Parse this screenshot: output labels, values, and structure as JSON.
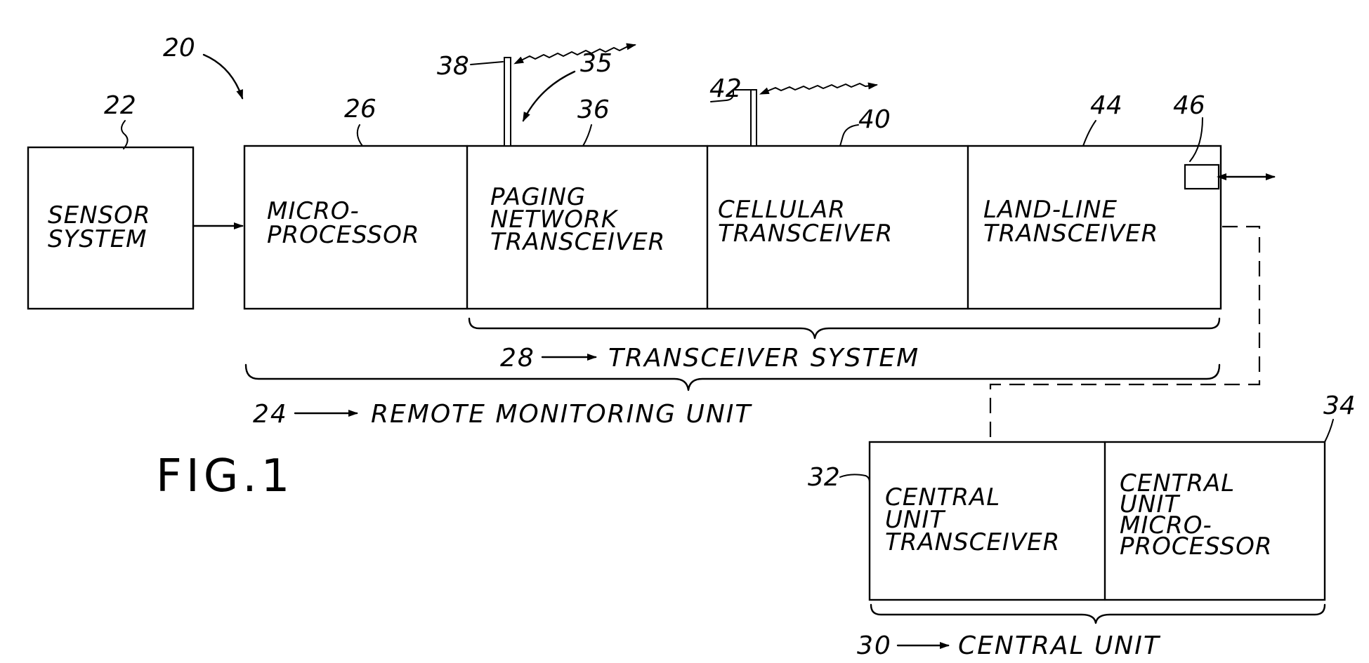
{
  "figure_label": "FIG.1",
  "system_ref": "20",
  "blocks": {
    "sensor": {
      "ref": "22",
      "lines": [
        "SENSOR",
        "SYSTEM"
      ]
    },
    "microprocessor": {
      "ref": "26",
      "lines": [
        "MICRO-",
        "PROCESSOR"
      ]
    },
    "paging": {
      "ref": "36",
      "lines": [
        "PAGING",
        "NETWORK",
        "TRANSCEIVER"
      ]
    },
    "cellular": {
      "ref": "40",
      "lines": [
        "CELLULAR",
        "TRANSCEIVER"
      ]
    },
    "landline": {
      "ref": "44",
      "lines": [
        "LAND-LINE",
        "TRANSCEIVER"
      ]
    },
    "central_transceiver": {
      "ref": "32",
      "lines": [
        "CENTRAL",
        "UNIT",
        "TRANSCEIVER"
      ]
    },
    "central_microprocessor": {
      "ref": "34",
      "lines": [
        "CENTRAL",
        "UNIT",
        "MICRO-",
        "PROCESSOR"
      ]
    }
  },
  "antennas": {
    "paging_ref": "38",
    "paging_signal_ref": "35",
    "cellular_ref": "42"
  },
  "connector_ref": "46",
  "groups": {
    "transceiver_system": {
      "ref": "28",
      "label": "TRANSCEIVER SYSTEM"
    },
    "remote_monitoring_unit": {
      "ref": "24",
      "label": "REMOTE MONITORING UNIT"
    },
    "central_unit": {
      "ref": "30",
      "label": "CENTRAL UNIT"
    }
  }
}
